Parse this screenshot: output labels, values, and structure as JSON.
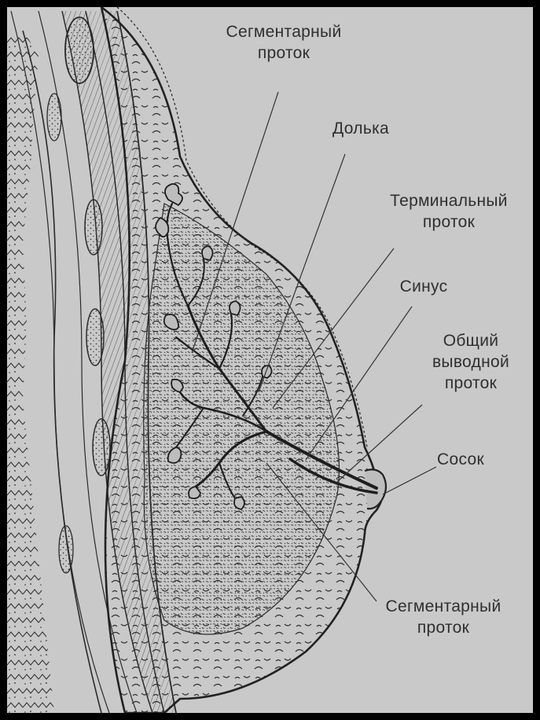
{
  "colors": {
    "frame": "#000000",
    "background": "#c9c9c9",
    "ink": "#2a2a2a",
    "tissue_dots": "#3a3a3a",
    "label_text": "#2f2f2f"
  },
  "labels": {
    "segmental_duct_top": {
      "line1": "Сегментарный",
      "line2": "проток"
    },
    "lobule": {
      "line1": "Долька"
    },
    "terminal_duct": {
      "line1": "Терминальный",
      "line2": "проток"
    },
    "sinus": {
      "line1": "Синус"
    },
    "common_duct": {
      "line1": "Общий",
      "line2": "выводной",
      "line3": "проток"
    },
    "nipple": {
      "line1": "Сосок"
    },
    "segmental_duct_bottom": {
      "line1": "Сегментарный",
      "line2": "проток"
    }
  }
}
